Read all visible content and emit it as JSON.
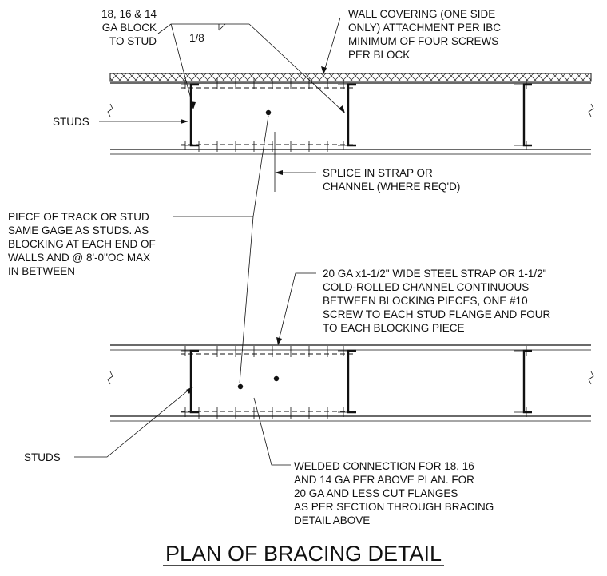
{
  "title": "PLAN OF BRACING DETAIL",
  "weld_size": "1/8",
  "labels": {
    "block_to_stud": [
      "18, 16 & 14",
      "GA BLOCK",
      "TO STUD"
    ],
    "wall_covering": [
      "WALL COVERING (ONE SIDE",
      "ONLY) ATTACHMENT PER IBC",
      "MINIMUM OF FOUR SCREWS",
      "PER BLOCK"
    ],
    "studs_upper": [
      "STUDS"
    ],
    "splice": [
      "SPLICE IN STRAP OR",
      "CHANNEL (WHERE REQ'D)"
    ],
    "blocking_piece": [
      "PIECE OF TRACK OR STUD",
      "SAME GAGE AS STUDS. AS",
      "BLOCKING AT EACH END OF",
      "WALLS AND @ 8'-0\"OC MAX",
      "IN BETWEEN"
    ],
    "strap": [
      "20 GA x1-1/2\" WIDE STEEL STRAP OR 1-1/2\"",
      "COLD-ROLLED CHANNEL CONTINUOUS",
      "BETWEEN BLOCKING PIECES, ONE #10",
      "SCREW TO EACH STUD FLANGE AND FOUR",
      "TO EACH BLOCKING PIECE"
    ],
    "studs_lower": [
      "STUDS"
    ],
    "welded": [
      "WELDED CONNECTION FOR 18, 16",
      "AND 14 GA PER ABOVE PLAN. FOR",
      "20 GA AND LESS CUT FLANGES",
      "AS PER SECTION THROUGH BRACING",
      "DETAIL ABOVE"
    ]
  }
}
